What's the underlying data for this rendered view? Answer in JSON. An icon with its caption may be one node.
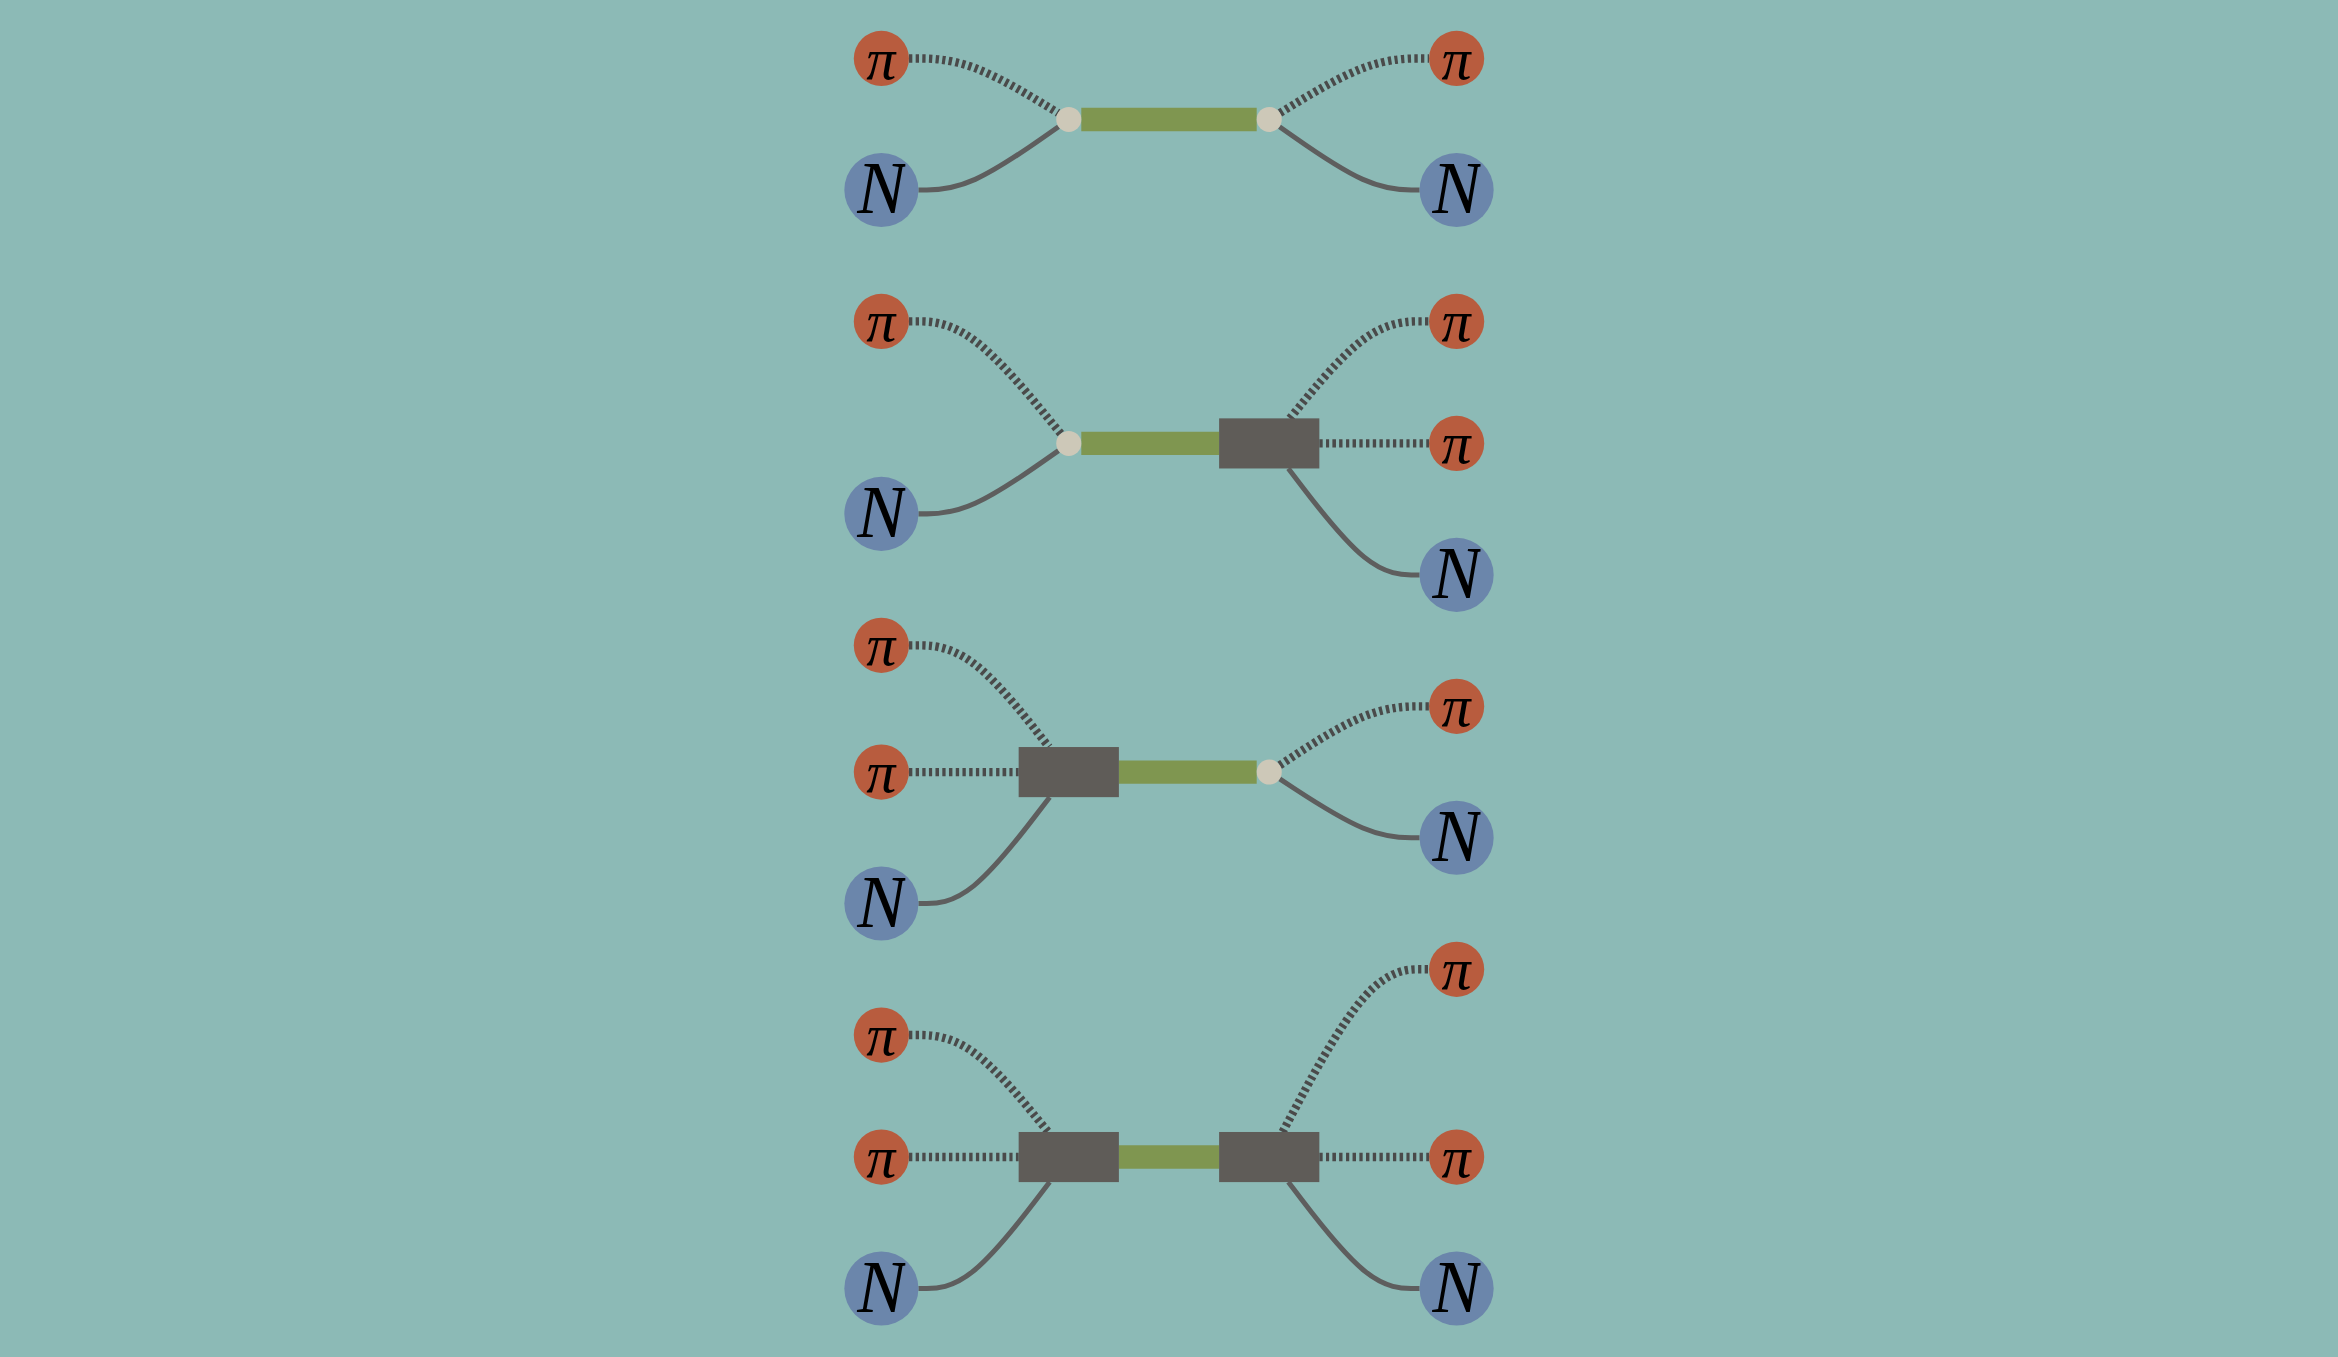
{
  "diagram": {
    "nodes": [
      {
        "text": [
          "π"
        ]
      },
      {
        "text": [
          "π"
        ]
      },
      {
        "text": [],
        "shape": "circle"
      },
      {
        "text": [],
        "shape": "circle"
      },
      {
        "text": [
          "N"
        ]
      },
      {
        "text": [
          "N"
        ]
      },
      {
        "text": [
          "π"
        ]
      },
      {
        "text": [
          "π"
        ]
      },
      {
        "text": [
          "π"
        ]
      },
      {
        "text": [],
        "shape": "circle"
      },
      {
        "text": [],
        "shape": "box"
      },
      {
        "text": [
          "N"
        ]
      },
      {
        "text": [
          "N"
        ]
      },
      {
        "text": [
          "π"
        ]
      },
      {
        "text": [
          "π"
        ]
      },
      {
        "text": [
          "π"
        ]
      },
      {
        "text": [],
        "shape": "box"
      },
      {
        "text": [],
        "shape": "circle"
      },
      {
        "text": [
          "N"
        ]
      },
      {
        "text": [
          "N"
        ]
      },
      {
        "text": [
          "π"
        ]
      },
      {
        "text": [
          "π"
        ]
      },
      {
        "text": [
          "π"
        ]
      },
      {
        "text": [
          "π"
        ]
      },
      {
        "text": [],
        "shape": "box"
      },
      {
        "text": [],
        "shape": "box"
      },
      {
        "text": [
          "N"
        ]
      },
      {
        "text": [
          "N"
        ]
      }
    ],
    "edges": [
      {
        "from": 0,
        "to": 2,
        "arrow": "none",
        "style": "dashed"
      },
      {
        "from": 3,
        "to": 1,
        "arrow": "none",
        "style": "dashed"
      },
      {
        "from": 4,
        "to": 2,
        "arrow": "none"
      },
      {
        "from": 3,
        "to": 5,
        "arrow": "none"
      },
      {
        "from": 2,
        "to": 3,
        "arrow": "none",
        "style": "thick",
        "color": "#7f9650"
      },
      {
        "from": 7,
        "to": 9,
        "arrow": "none",
        "style": "dashed"
      },
      {
        "from": 10,
        "to": 6,
        "arrow": "none",
        "style": "dashed"
      },
      {
        "from": 10,
        "to": 8,
        "arrow": "none",
        "style": "dashed"
      },
      {
        "from": 11,
        "to": 9,
        "arrow": "none"
      },
      {
        "from": 10,
        "to": 12,
        "arrow": "none"
      },
      {
        "from": 9,
        "to": 10,
        "arrow": "none",
        "style": "thick",
        "color": "#7f9650"
      },
      {
        "from": 13,
        "to": 16,
        "arrow": "none",
        "style": "dashed"
      },
      {
        "from": 15,
        "to": 16,
        "arrow": "none",
        "style": "dashed"
      },
      {
        "from": 17,
        "to": 14,
        "arrow": "none",
        "style": "dashed"
      },
      {
        "from": 18,
        "to": 16,
        "arrow": "none"
      },
      {
        "from": 17,
        "to": 19,
        "arrow": "none"
      },
      {
        "from": 16,
        "to": 17,
        "arrow": "none",
        "style": "thick",
        "color": "#7f9650"
      },
      {
        "from": 20,
        "to": 24,
        "arrow": "none",
        "style": "dashed"
      },
      {
        "from": 22,
        "to": 24,
        "arrow": "none",
        "style": "dashed"
      },
      {
        "from": 25,
        "to": 21,
        "arrow": "none",
        "style": "dashed"
      },
      {
        "from": 25,
        "to": 23,
        "arrow": "none",
        "style": "dashed"
      },
      {
        "from": 26,
        "to": 24,
        "arrow": "none"
      },
      {
        "from": 25,
        "to": 27,
        "arrow": "none"
      },
      {
        "from": 24,
        "to": 25,
        "arrow": "none",
        "style": "thick",
        "color": "#7f9650"
      }
    ]
  }
}
